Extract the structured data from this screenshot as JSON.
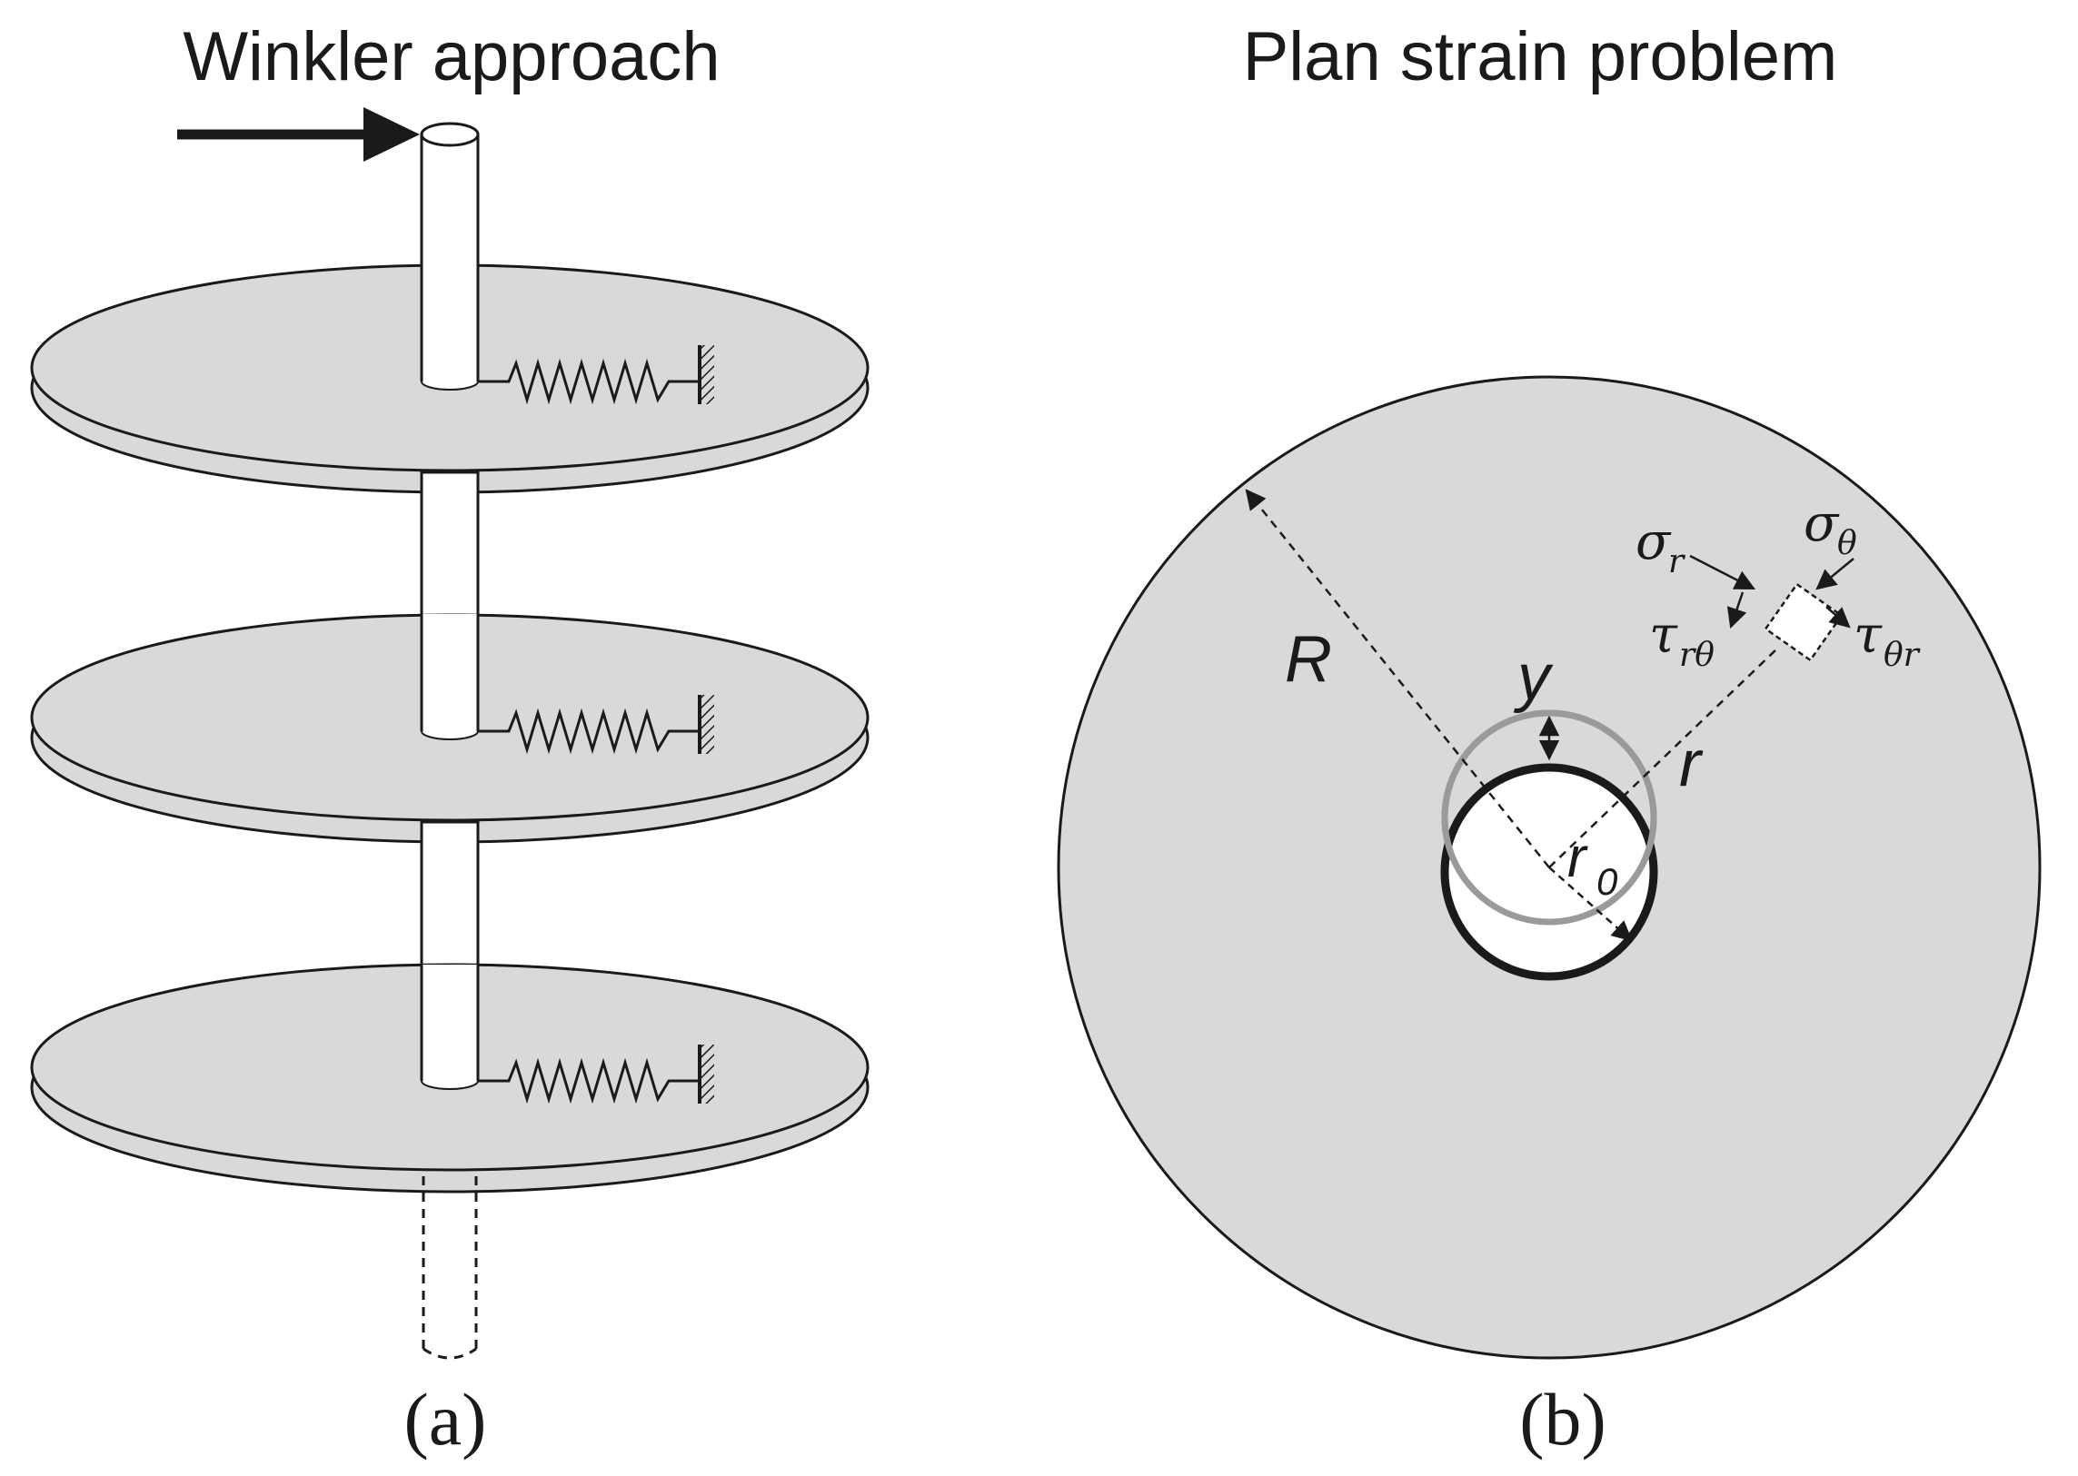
{
  "panel_a": {
    "title": "Winkler approach",
    "caption": "(a)"
  },
  "panel_b": {
    "title": "Plan strain problem",
    "caption": "(b)",
    "labels": {
      "outer_radius": "R",
      "displacement": "y",
      "radius": "r",
      "inner_radius_base": "r",
      "inner_radius_sub": "0",
      "sigma_r_base": "σ",
      "sigma_r_sub": "r",
      "sigma_theta_base": "σ",
      "sigma_theta_sub": "θ",
      "tau_rtheta_base": "τ",
      "tau_rtheta_sub": "rθ",
      "tau_thetar_base": "τ",
      "tau_thetar_sub": "θr"
    }
  },
  "colors": {
    "disc_fill": "#d9d9d9",
    "stroke": "#1a1a1a",
    "displaced_ring": "#9a9a9a"
  }
}
